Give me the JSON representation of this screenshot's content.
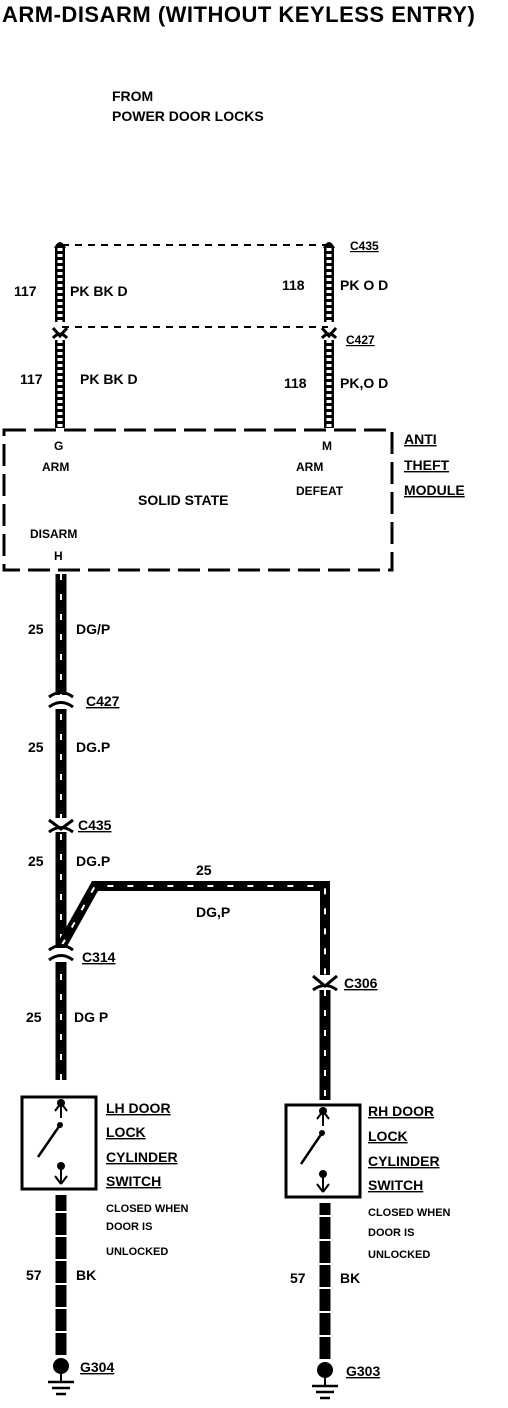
{
  "title": "ARM-DISARM (WITHOUT KEYLESS ENTRY)",
  "source_note": [
    "FROM",
    "POWER DOOR LOCKS"
  ],
  "connectors": {
    "c435_top": "C435",
    "c427_top": "C427",
    "c427_mid": "C427",
    "c435_mid": "C435",
    "c314": "C314",
    "c306": "C306"
  },
  "wires": {
    "w117_upper": {
      "circuit": "117",
      "color": "PK BK D"
    },
    "w118_upper": {
      "circuit": "118",
      "color": "PK O D"
    },
    "w117_lower": {
      "circuit": "117",
      "color": "PK BK D"
    },
    "w118_lower": {
      "circuit": "118",
      "color": "PK,O D"
    },
    "w25_a": {
      "circuit": "25",
      "color": "DG/P"
    },
    "w25_b": {
      "circuit": "25",
      "color": "DG.P"
    },
    "w25_c": {
      "circuit": "25",
      "color": "DG.P"
    },
    "w25_branch": {
      "circuit": "25",
      "color": "DG,P"
    },
    "w25_d": {
      "circuit": "25",
      "color": "DG P"
    },
    "w57_lh": {
      "circuit": "57",
      "color": "BK"
    },
    "w57_rh": {
      "circuit": "57",
      "color": "BK"
    }
  },
  "module": {
    "name": [
      "ANTI",
      "THEFT",
      "MODULE"
    ],
    "body": "SOLID STATE",
    "pin_g": "G",
    "pin_g_label": "ARM",
    "pin_m": "M",
    "pin_m_label": [
      "ARM",
      "DEFEAT"
    ],
    "pin_h_label": "DISARM",
    "pin_h": "H"
  },
  "lh_switch": {
    "name": [
      "LH DOOR",
      "LOCK",
      "CYLINDER",
      "SWITCH"
    ],
    "note": [
      "CLOSED WHEN",
      "DOOR IS",
      "UNLOCKED"
    ]
  },
  "rh_switch": {
    "name": [
      "RH DOOR",
      "LOCK",
      "CYLINDER",
      "SWITCH"
    ],
    "note": [
      "CLOSED WHEN",
      "DOOR IS",
      "UNLOCKED"
    ]
  },
  "grounds": {
    "lh": "G304",
    "rh": "G303"
  }
}
